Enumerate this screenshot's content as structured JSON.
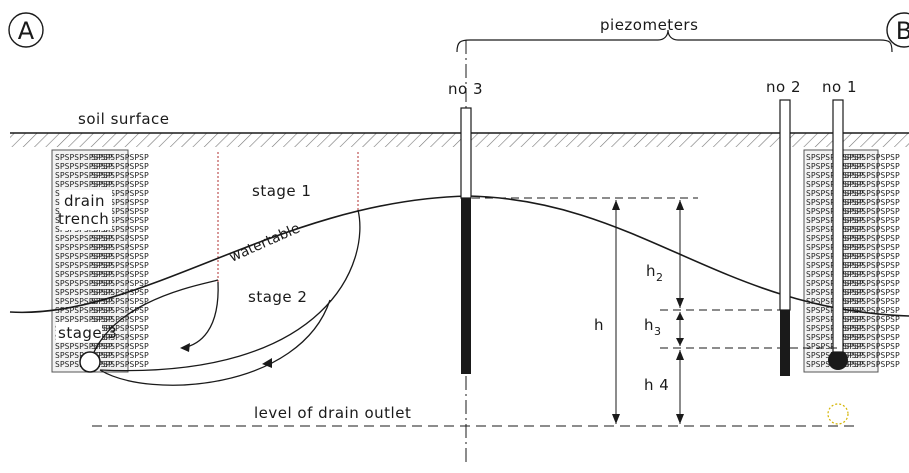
{
  "corner_labels": {
    "left": "A",
    "right": "B"
  },
  "labels": {
    "piezometers": "piezometers",
    "no3": "no 3",
    "no2": "no 2",
    "no1": "no 1",
    "soil_surface": "soil surface",
    "drain": "drain",
    "trench": "trench",
    "stage1": "stage 1",
    "watertable": "watertable",
    "stage2": "stage 2",
    "stage3": "stage 3",
    "h": "h",
    "h2_base": "h",
    "h2_sub": "2",
    "h3_base": "h",
    "h3_sub": "3",
    "h4": "h 4",
    "drain_outlet": "level of drain outlet"
  },
  "trench_fill_text": "SPSPSPSPSPSP",
  "colors": {
    "line": "#1a1a1a",
    "hatch": "#777777",
    "dotted_red": "#b03030",
    "soil_band": "#dcdcdc"
  }
}
